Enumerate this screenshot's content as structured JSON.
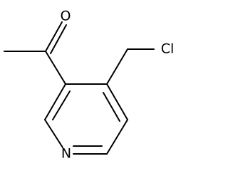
{
  "molecule": {
    "atoms": {
      "oxygen": "O",
      "chlorine": "Cl",
      "nitrogen": "N"
    }
  }
}
